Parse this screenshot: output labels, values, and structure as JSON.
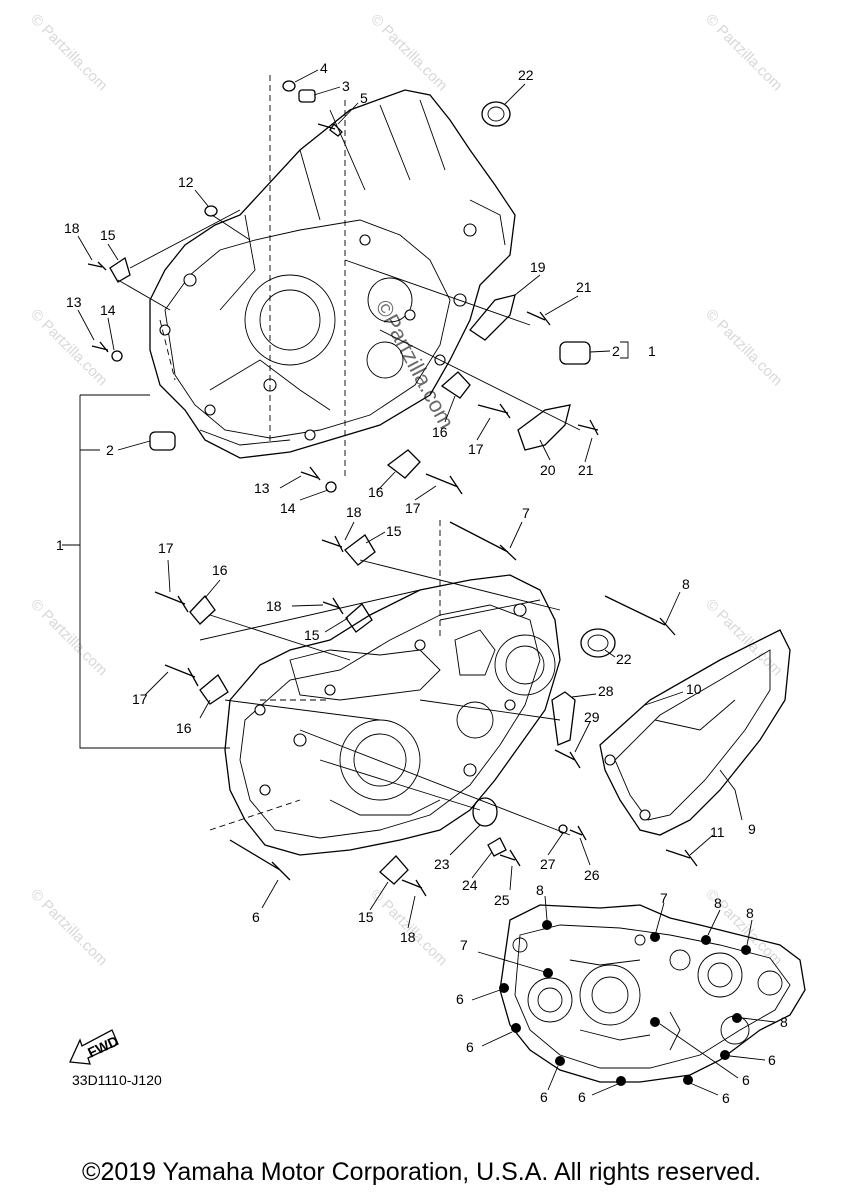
{
  "watermark": {
    "text": "© Partzilla.com",
    "center_text": "©Partzilla.com"
  },
  "callouts": [
    "1",
    "2",
    "3",
    "4",
    "5",
    "6",
    "7",
    "8",
    "9",
    "10",
    "11",
    "12",
    "13",
    "14",
    "15",
    "16",
    "17",
    "18",
    "19",
    "20",
    "21",
    "22",
    "23",
    "24",
    "25",
    "26",
    "27",
    "28",
    "29"
  ],
  "fwd_label": "FWD",
  "diagram_code": "33D1110-J120",
  "copyright": "©2019 Yamaha Motor Corporation, U.S.A. All rights reserved."
}
